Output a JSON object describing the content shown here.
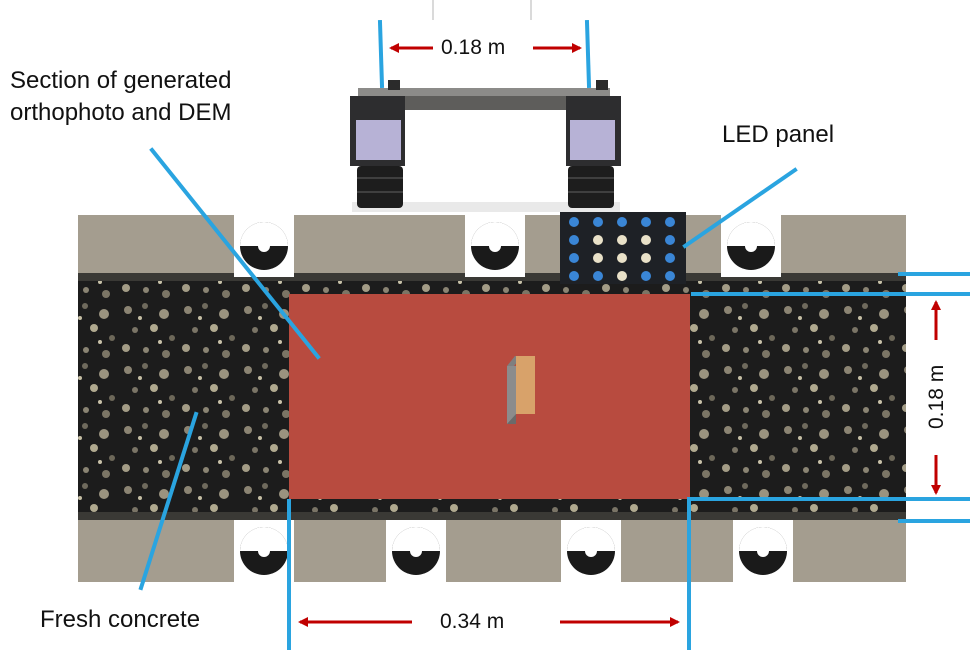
{
  "labels": {
    "section_line1": "Section of generated",
    "section_line2": "orthophoto and DEM",
    "led_panel": "LED panel",
    "fresh_concrete": "Fresh concrete"
  },
  "dimensions": {
    "camera_baseline": "0.18 m",
    "section_width": "0.34 m",
    "section_height": "0.18 m"
  },
  "colors": {
    "leader_line": "#2aa4e0",
    "arrow": "#c00000",
    "section_fill": "#b84b3f",
    "rail": "#a49d8f",
    "concrete": "#1f1f1f"
  },
  "icons": [
    "camera-icon",
    "calibration-target-icon",
    "led-panel-icon",
    "gauge-block-icon"
  ]
}
